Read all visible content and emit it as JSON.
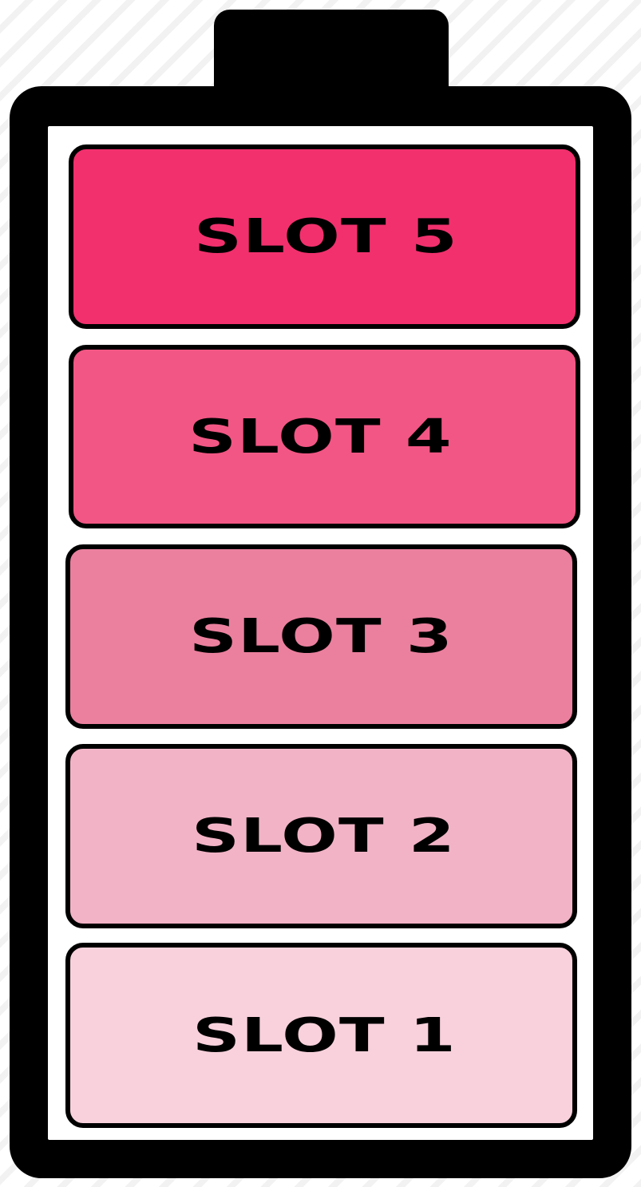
{
  "battery": {
    "colors": {
      "outline": "#000000",
      "inner": "#ffffff"
    },
    "slots": [
      {
        "label": "SLOT 5",
        "color": "#f2306e"
      },
      {
        "label": "SLOT 4",
        "color": "#f25684"
      },
      {
        "label": "SLOT 3",
        "color": "#eb809e"
      },
      {
        "label": "SLOT 2",
        "color": "#f2b3c6"
      },
      {
        "label": "SLOT 1",
        "color": "#f8d1dc"
      }
    ]
  }
}
